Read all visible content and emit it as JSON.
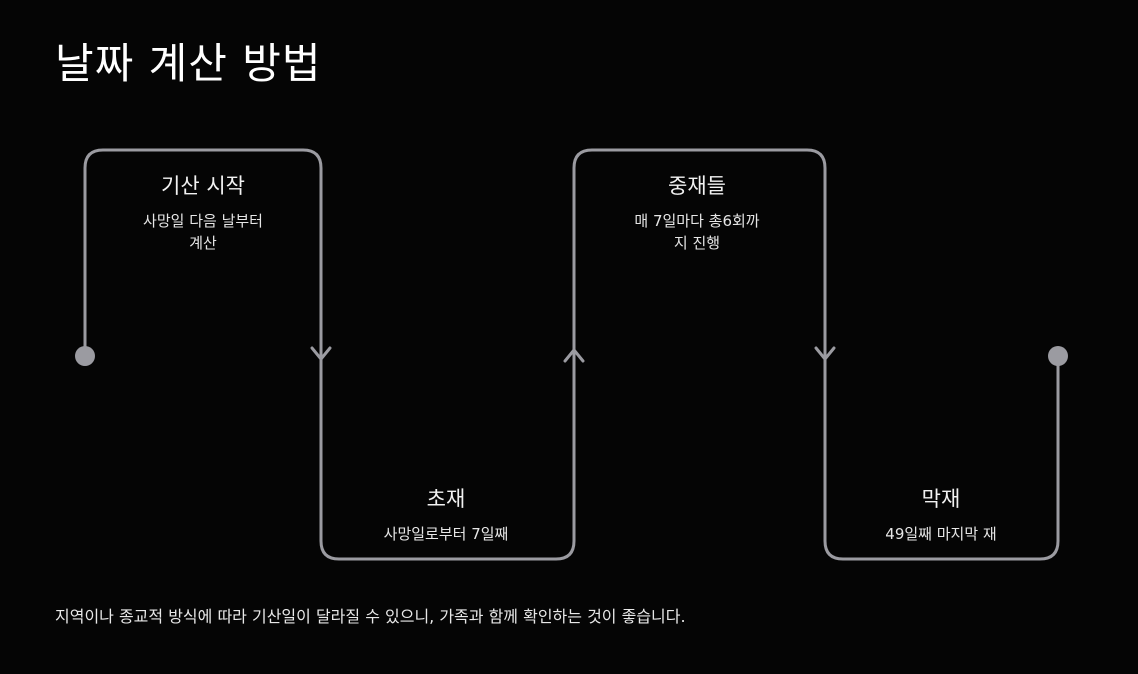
{
  "title": "날짜 계산 방법",
  "steps": [
    {
      "title": "기산 시작",
      "desc_line1": "사망일 다음 날부터",
      "desc_line2": "계산"
    },
    {
      "title": "초재",
      "desc_line1": "사망일로부터 7일째",
      "desc_line2": ""
    },
    {
      "title": "중재들",
      "desc_line1": "매 7일마다 총6회까",
      "desc_line2": "지 진행"
    },
    {
      "title": "막재",
      "desc_line1": "49일째 마지막 재",
      "desc_line2": ""
    }
  ],
  "note": "지역이나 종교적 방식에 따라 기산일이 달라질 수 있으니, 가족과 함께 확인하는 것이 좋습니다.",
  "colors": {
    "line": "#9b9ba1",
    "background": "#050505",
    "text": "#ffffff"
  }
}
